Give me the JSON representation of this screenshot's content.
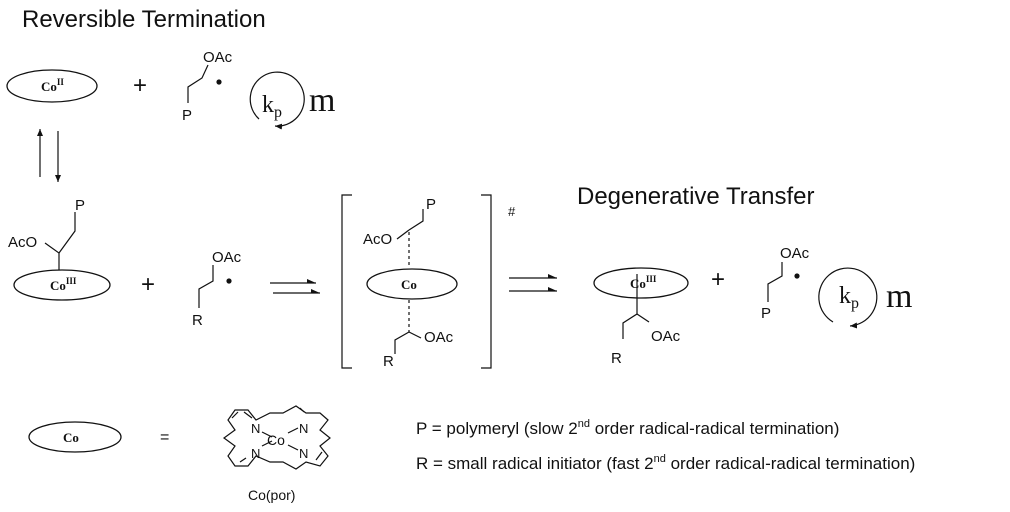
{
  "titles": {
    "reversible": "Reversible Termination",
    "degenerative": "Degenerative Transfer"
  },
  "labels": {
    "co_ii_base": "Co",
    "co_ii_sup": "II",
    "co_iii_base": "Co",
    "co_iii_sup": "III",
    "co": "Co",
    "oac": "OAc",
    "aco": "AcO",
    "p": "P",
    "r": "R",
    "plus": "+",
    "equals": "=",
    "kp_k": "k",
    "kp_p": "p",
    "m": "m",
    "hash": "#",
    "n": "N",
    "co_por": "Co(por)"
  },
  "legend": {
    "p_prefix": "P = polymeryl (slow 2",
    "p_sup": "nd",
    "p_suffix": " order radical-radical termination)",
    "r_prefix": "R = small radical initiator (fast 2",
    "r_sup": "nd",
    "r_suffix": " order radical-radical termination)"
  },
  "colors": {
    "ink": "#111111",
    "background": "#ffffff"
  }
}
